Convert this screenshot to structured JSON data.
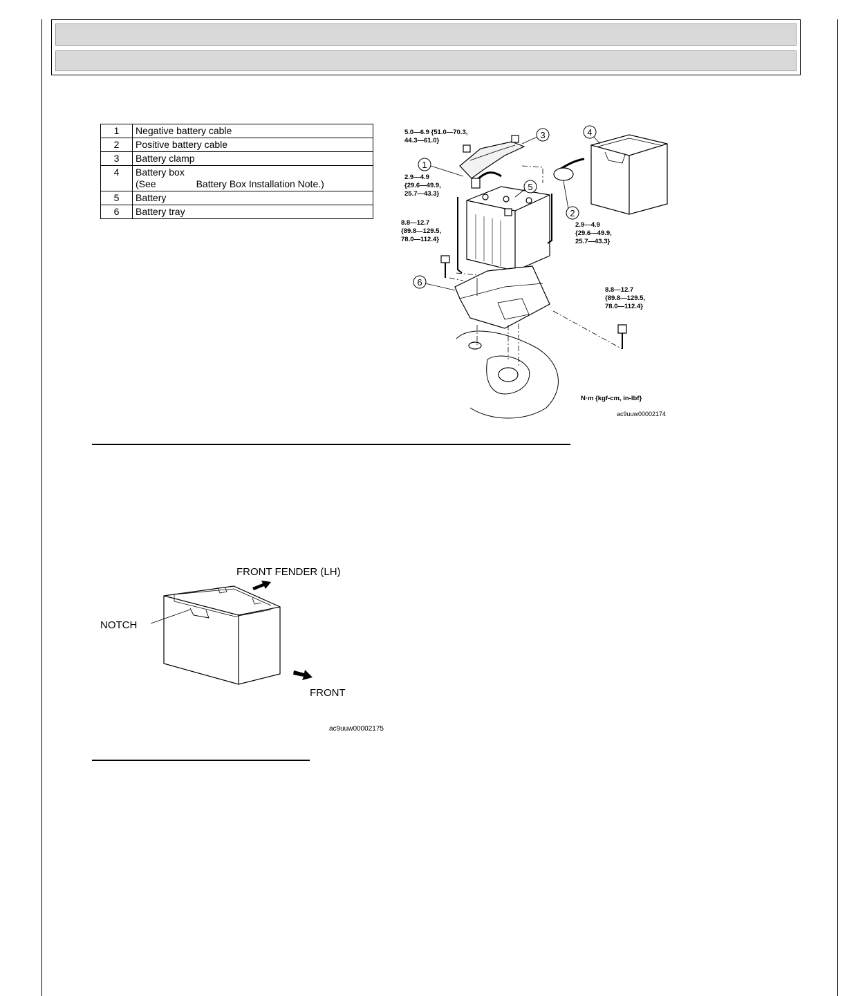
{
  "parts_table": [
    {
      "no": "1",
      "name": "Negative battery cable"
    },
    {
      "no": "2",
      "name": "Positive battery cable"
    },
    {
      "no": "3",
      "name": "Battery clamp"
    },
    {
      "no": "4",
      "name": "Battery box",
      "note_prefix": "(See",
      "note_link": "Battery Box Installation Note.)"
    },
    {
      "no": "5",
      "name": "Battery"
    },
    {
      "no": "6",
      "name": "Battery tray"
    }
  ],
  "diagram1": {
    "callouts": [
      "1",
      "2",
      "3",
      "4",
      "5",
      "6"
    ],
    "torque_clamp_nut": [
      "5.0—6.9 {51.0—70.3,",
      "44.3—61.0}"
    ],
    "torque_neg_cable": [
      "2.9—4.9",
      "{29.6—49.9,",
      "25.7—43.3}"
    ],
    "torque_pos_cable": [
      "2.9—4.9",
      "{29.6—49.9,",
      "25.7—43.3}"
    ],
    "torque_tray_left": [
      "8.8—12.7",
      "{89.8—129.5,",
      "78.0—112.4}"
    ],
    "torque_tray_right": [
      "8.8—12.7",
      "{89.8—129.5,",
      "78.0—112.4}"
    ],
    "units": "N·m {kgf-cm, in-lbf}",
    "figure_id": "ac9uuw00002174"
  },
  "diagram2": {
    "label_front_fender": "FRONT FENDER (LH)",
    "label_notch": "NOTCH",
    "label_front": "FRONT",
    "figure_id": "ac9uuw00002175"
  }
}
